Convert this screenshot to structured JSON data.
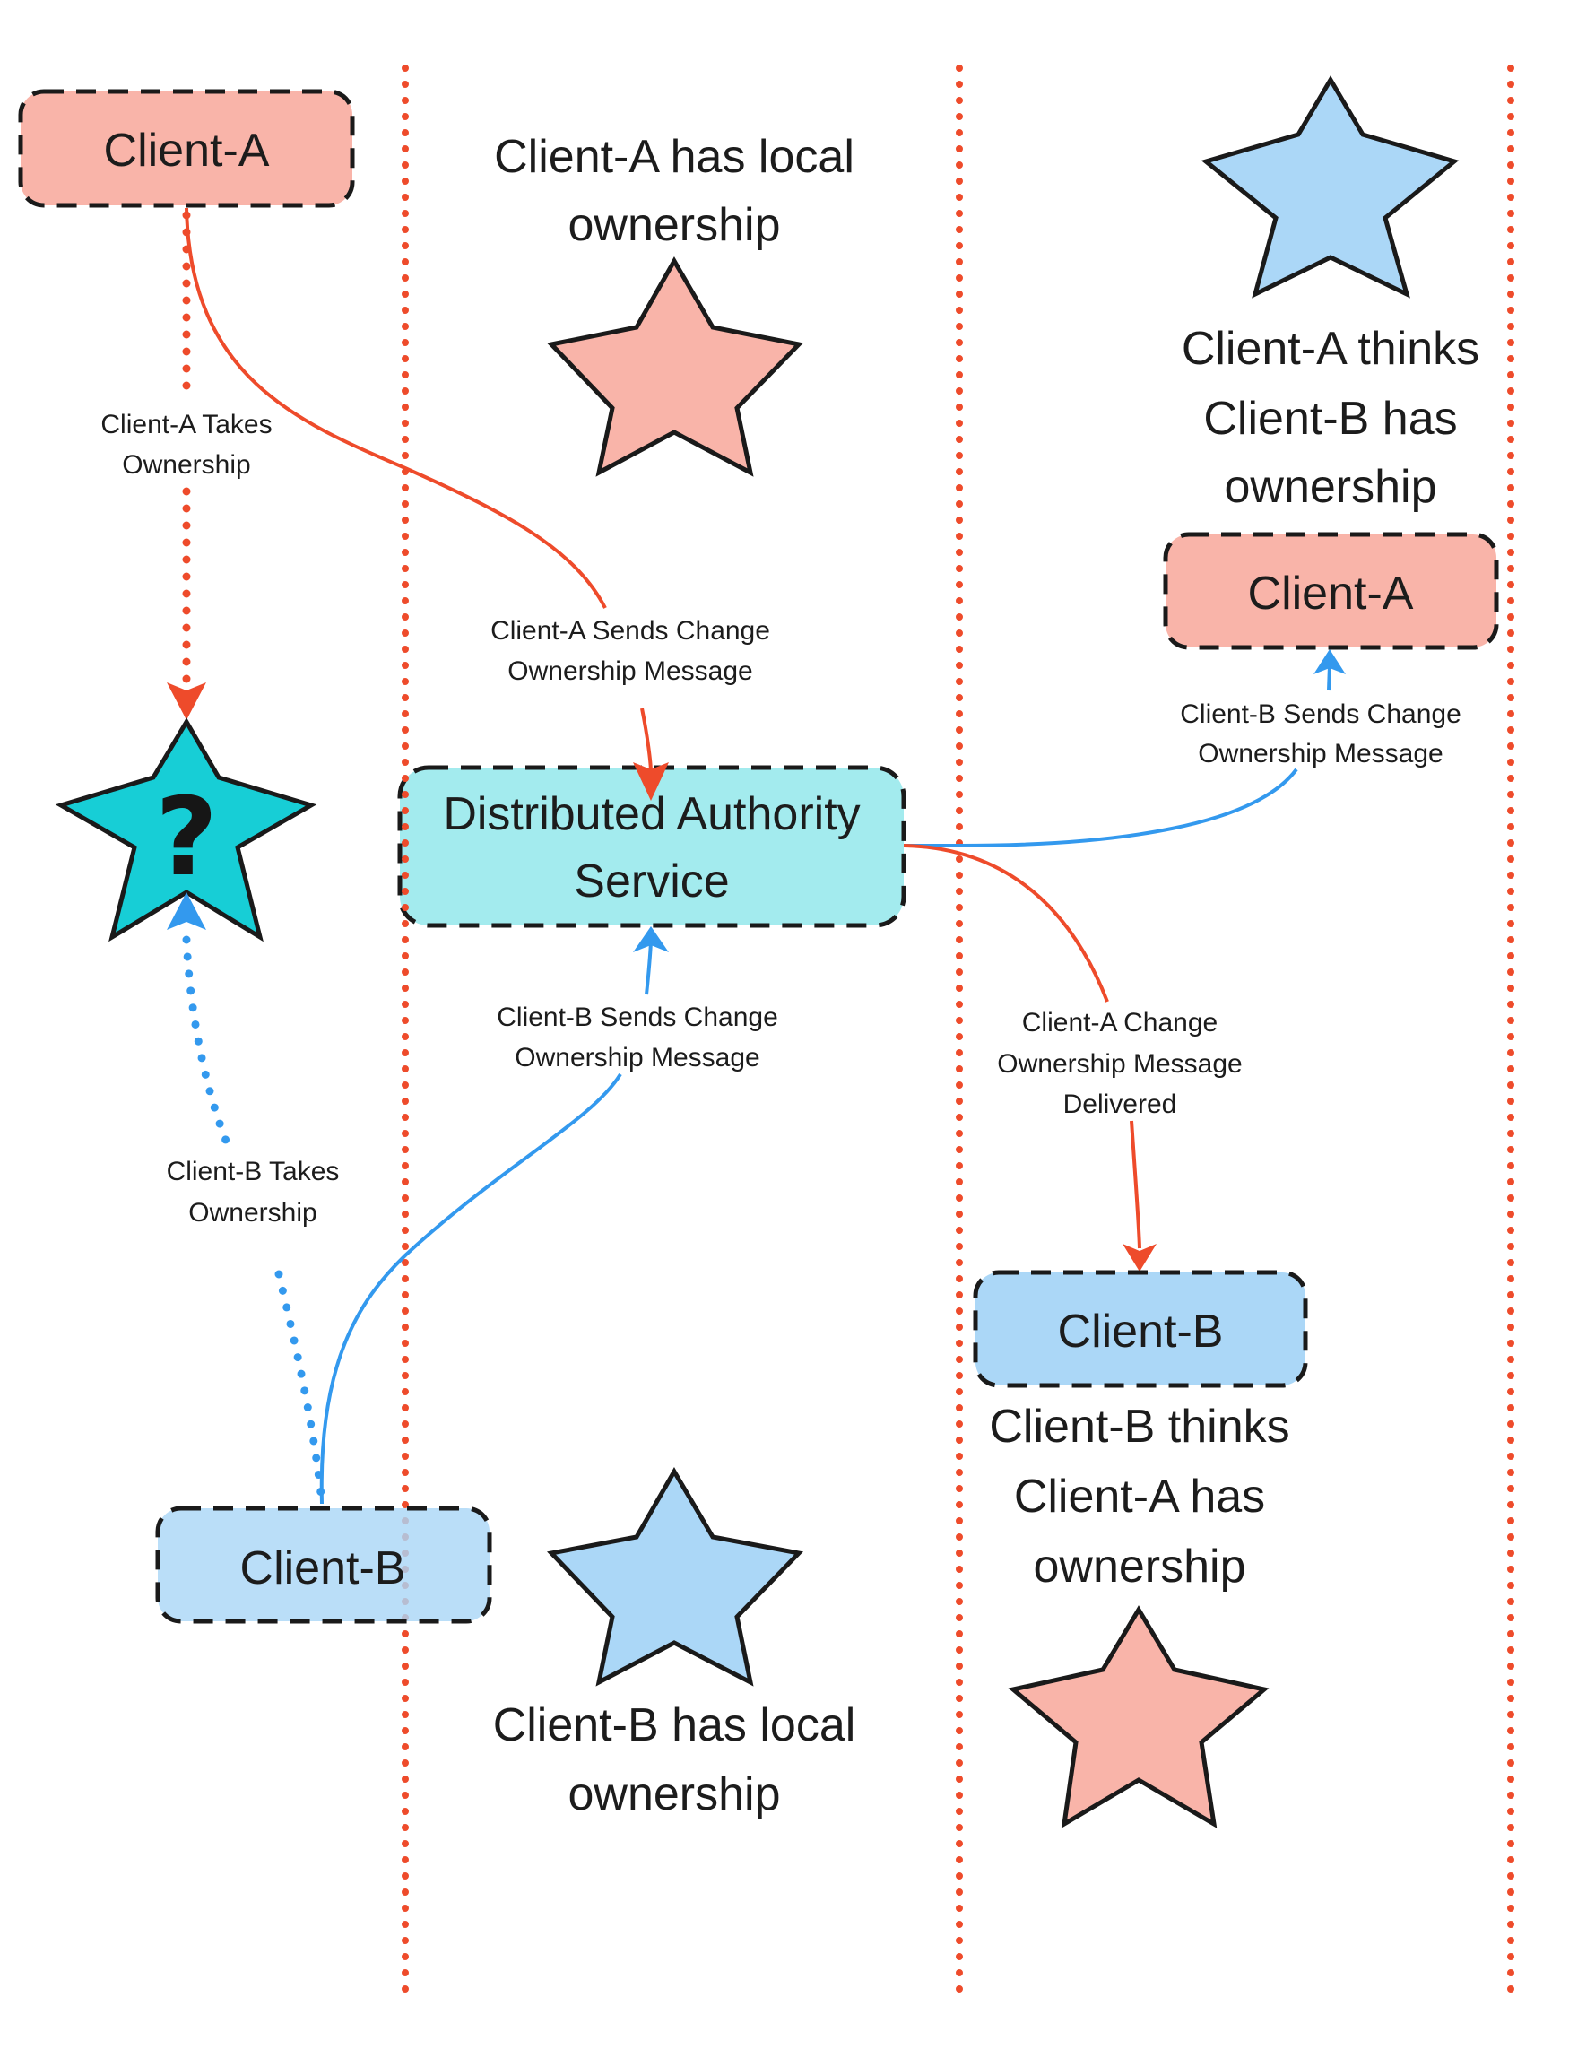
{
  "colors": {
    "client_a_fill": "#f9b4a9",
    "client_b_fill": "#abd7f7",
    "service_fill": "#a3ebee",
    "unknown_star_fill": "#17ced6",
    "red_accent": "#ee4b2b",
    "blue_accent": "#3399ee"
  },
  "nodes": {
    "client_a_top": "Client-A",
    "client_a_right": "Client-A",
    "client_b_left": "Client-B",
    "client_b_right": "Client-B",
    "service_line1": "Distributed Authority",
    "service_line2": "Service"
  },
  "states": {
    "a_local": [
      "Client-A has local",
      "ownership"
    ],
    "b_local": [
      "Client-B has local",
      "ownership"
    ],
    "a_thinks": [
      "Client-A thinks",
      "Client-B has",
      "ownership"
    ],
    "b_thinks": [
      "Client-B thinks",
      "Client-A has",
      "ownership"
    ],
    "unknown_symbol": "?"
  },
  "edge_labels": {
    "a_takes": [
      "Client-A Takes",
      "Ownership"
    ],
    "b_takes": [
      "Client-B Takes",
      "Ownership"
    ],
    "a_sends": [
      "Client-A Sends Change",
      "Ownership Message"
    ],
    "b_sends_mid": [
      "Client-B Sends Change",
      "Ownership Message"
    ],
    "b_sends_right": [
      "Client-B Sends Change",
      "Ownership Message"
    ],
    "a_delivered": [
      "Client-A Change",
      "Ownership Message",
      "Delivered"
    ]
  },
  "star_icons": {
    "a_local": "star-icon",
    "b_local": "star-icon",
    "a_thinks": "star-icon",
    "b_thinks": "star-icon",
    "unknown": "star-question-icon"
  }
}
